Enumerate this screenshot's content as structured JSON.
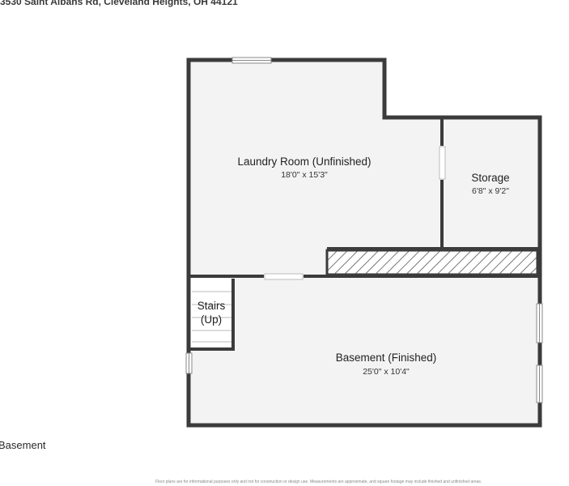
{
  "address": "3530 Saint Albans Rd, Cleveland Heights, OH 44121",
  "floor": "Basement",
  "disclaimer": "Floor plans are for informational purposes only and not for construction or design use. Measurements are approximate, and square footage may include finished and unfinished areas.",
  "rooms": {
    "laundry": {
      "name": "Laundry Room (Unfinished)",
      "dims": "18'0\" x 15'3\""
    },
    "storage": {
      "name": "Storage",
      "dims": "6'8\" x 9'2\""
    },
    "stairs": {
      "name_line1": "Stairs",
      "name_line2": "(Up)"
    },
    "basement": {
      "name": "Basement (Finished)",
      "dims": "25'0\" x 10'4\""
    }
  },
  "colors": {
    "wall": "#3b3b3b",
    "floor": "#f3f3f3",
    "hatch": "#555555"
  }
}
